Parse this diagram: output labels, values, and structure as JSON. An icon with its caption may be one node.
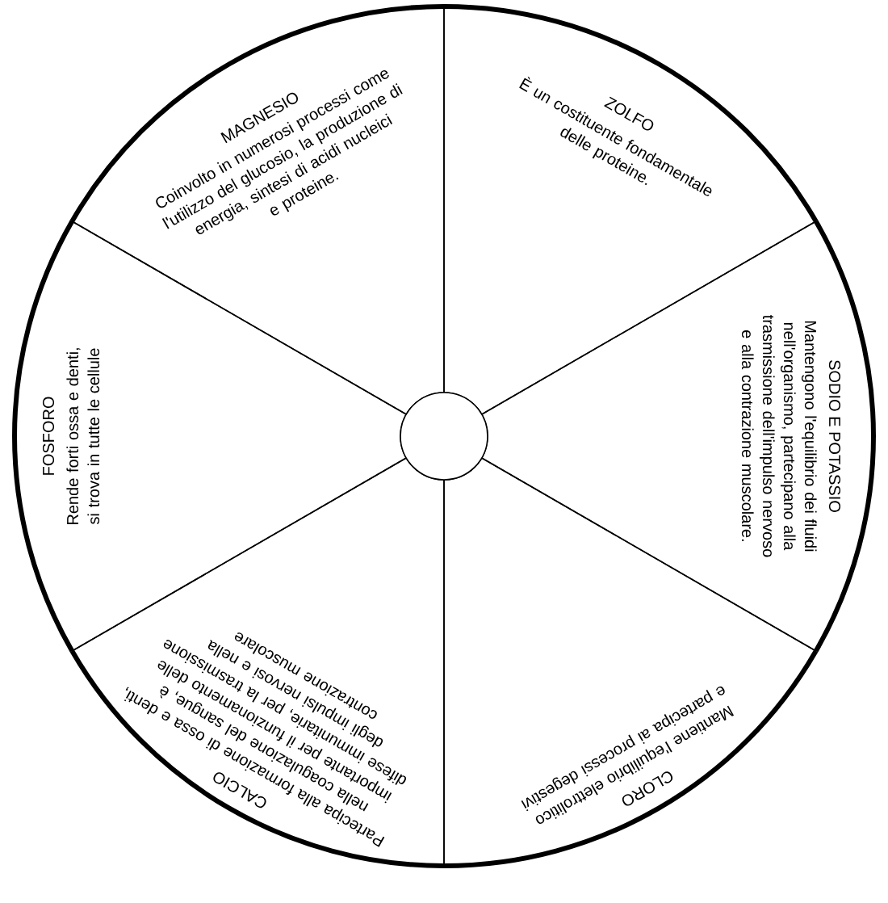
{
  "diagram": {
    "nodes": [
      {
        "text": [
          "MAGNESIO",
          "Coinvolto in numerosi processi come l'utilizzo del glucosio, la produzione di energia, sintesi di acidi nucleici e proteine."
        ]
      },
      {
        "text": [
          "ZOLFO",
          "È un costituente fondamentale delle proteine."
        ]
      },
      {
        "text": [
          "SODIO E POTASSIO",
          "Mantengono l'equilibrio dei fluidi nell'organismo, partecipano alla trasmissione dell'impulso nervoso e alla contrazione muscolare."
        ]
      },
      {
        "text": [
          "CLORO",
          "Mantiene l'equilibrio elettrolitico e partecipa ai processi degestivi"
        ]
      },
      {
        "text": [
          "CALCIO",
          "Partecipa alla formazione di ossa e denti, nella coagulazione del sangue, è importante per il funzionamento delle difese immunitarie, per la trasmissione degli impulsi nervosi e nella contrazione muscolare"
        ]
      },
      {
        "text": [
          "FOSFORO",
          "Rende forti ossa e denti, si trova in tutte le cellule"
        ]
      },
      {
        "text": [],
        "shape": "circle"
      }
    ]
  }
}
